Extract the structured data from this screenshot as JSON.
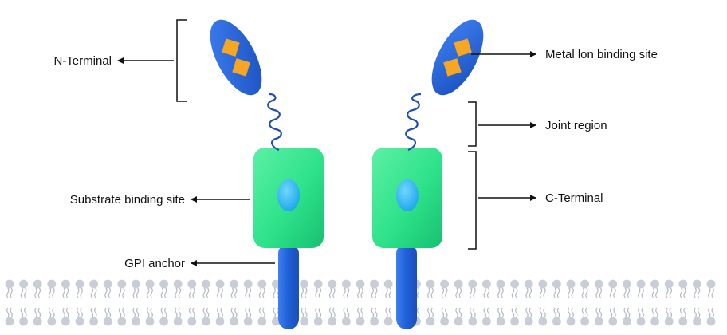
{
  "labels": {
    "n_terminal": "N-Terminal",
    "metal_ion_binding_site": "Metal lon binding site",
    "joint_region": "Joint region",
    "substrate_binding_site": "Substrate binding site",
    "c_terminal": "C-Terminal",
    "gpi_anchor": "GPI anchor"
  },
  "colors": {
    "head_blue": "#1f5fd6",
    "diamond_orange": "#f5a623",
    "body_green": "#2ee28a",
    "site_cyan": "#22b6f0",
    "anchor_blue": "#1e63d8",
    "lipid_head": "#c9ced6",
    "lipid_tail": "#b4bac3",
    "line": "#111111"
  }
}
